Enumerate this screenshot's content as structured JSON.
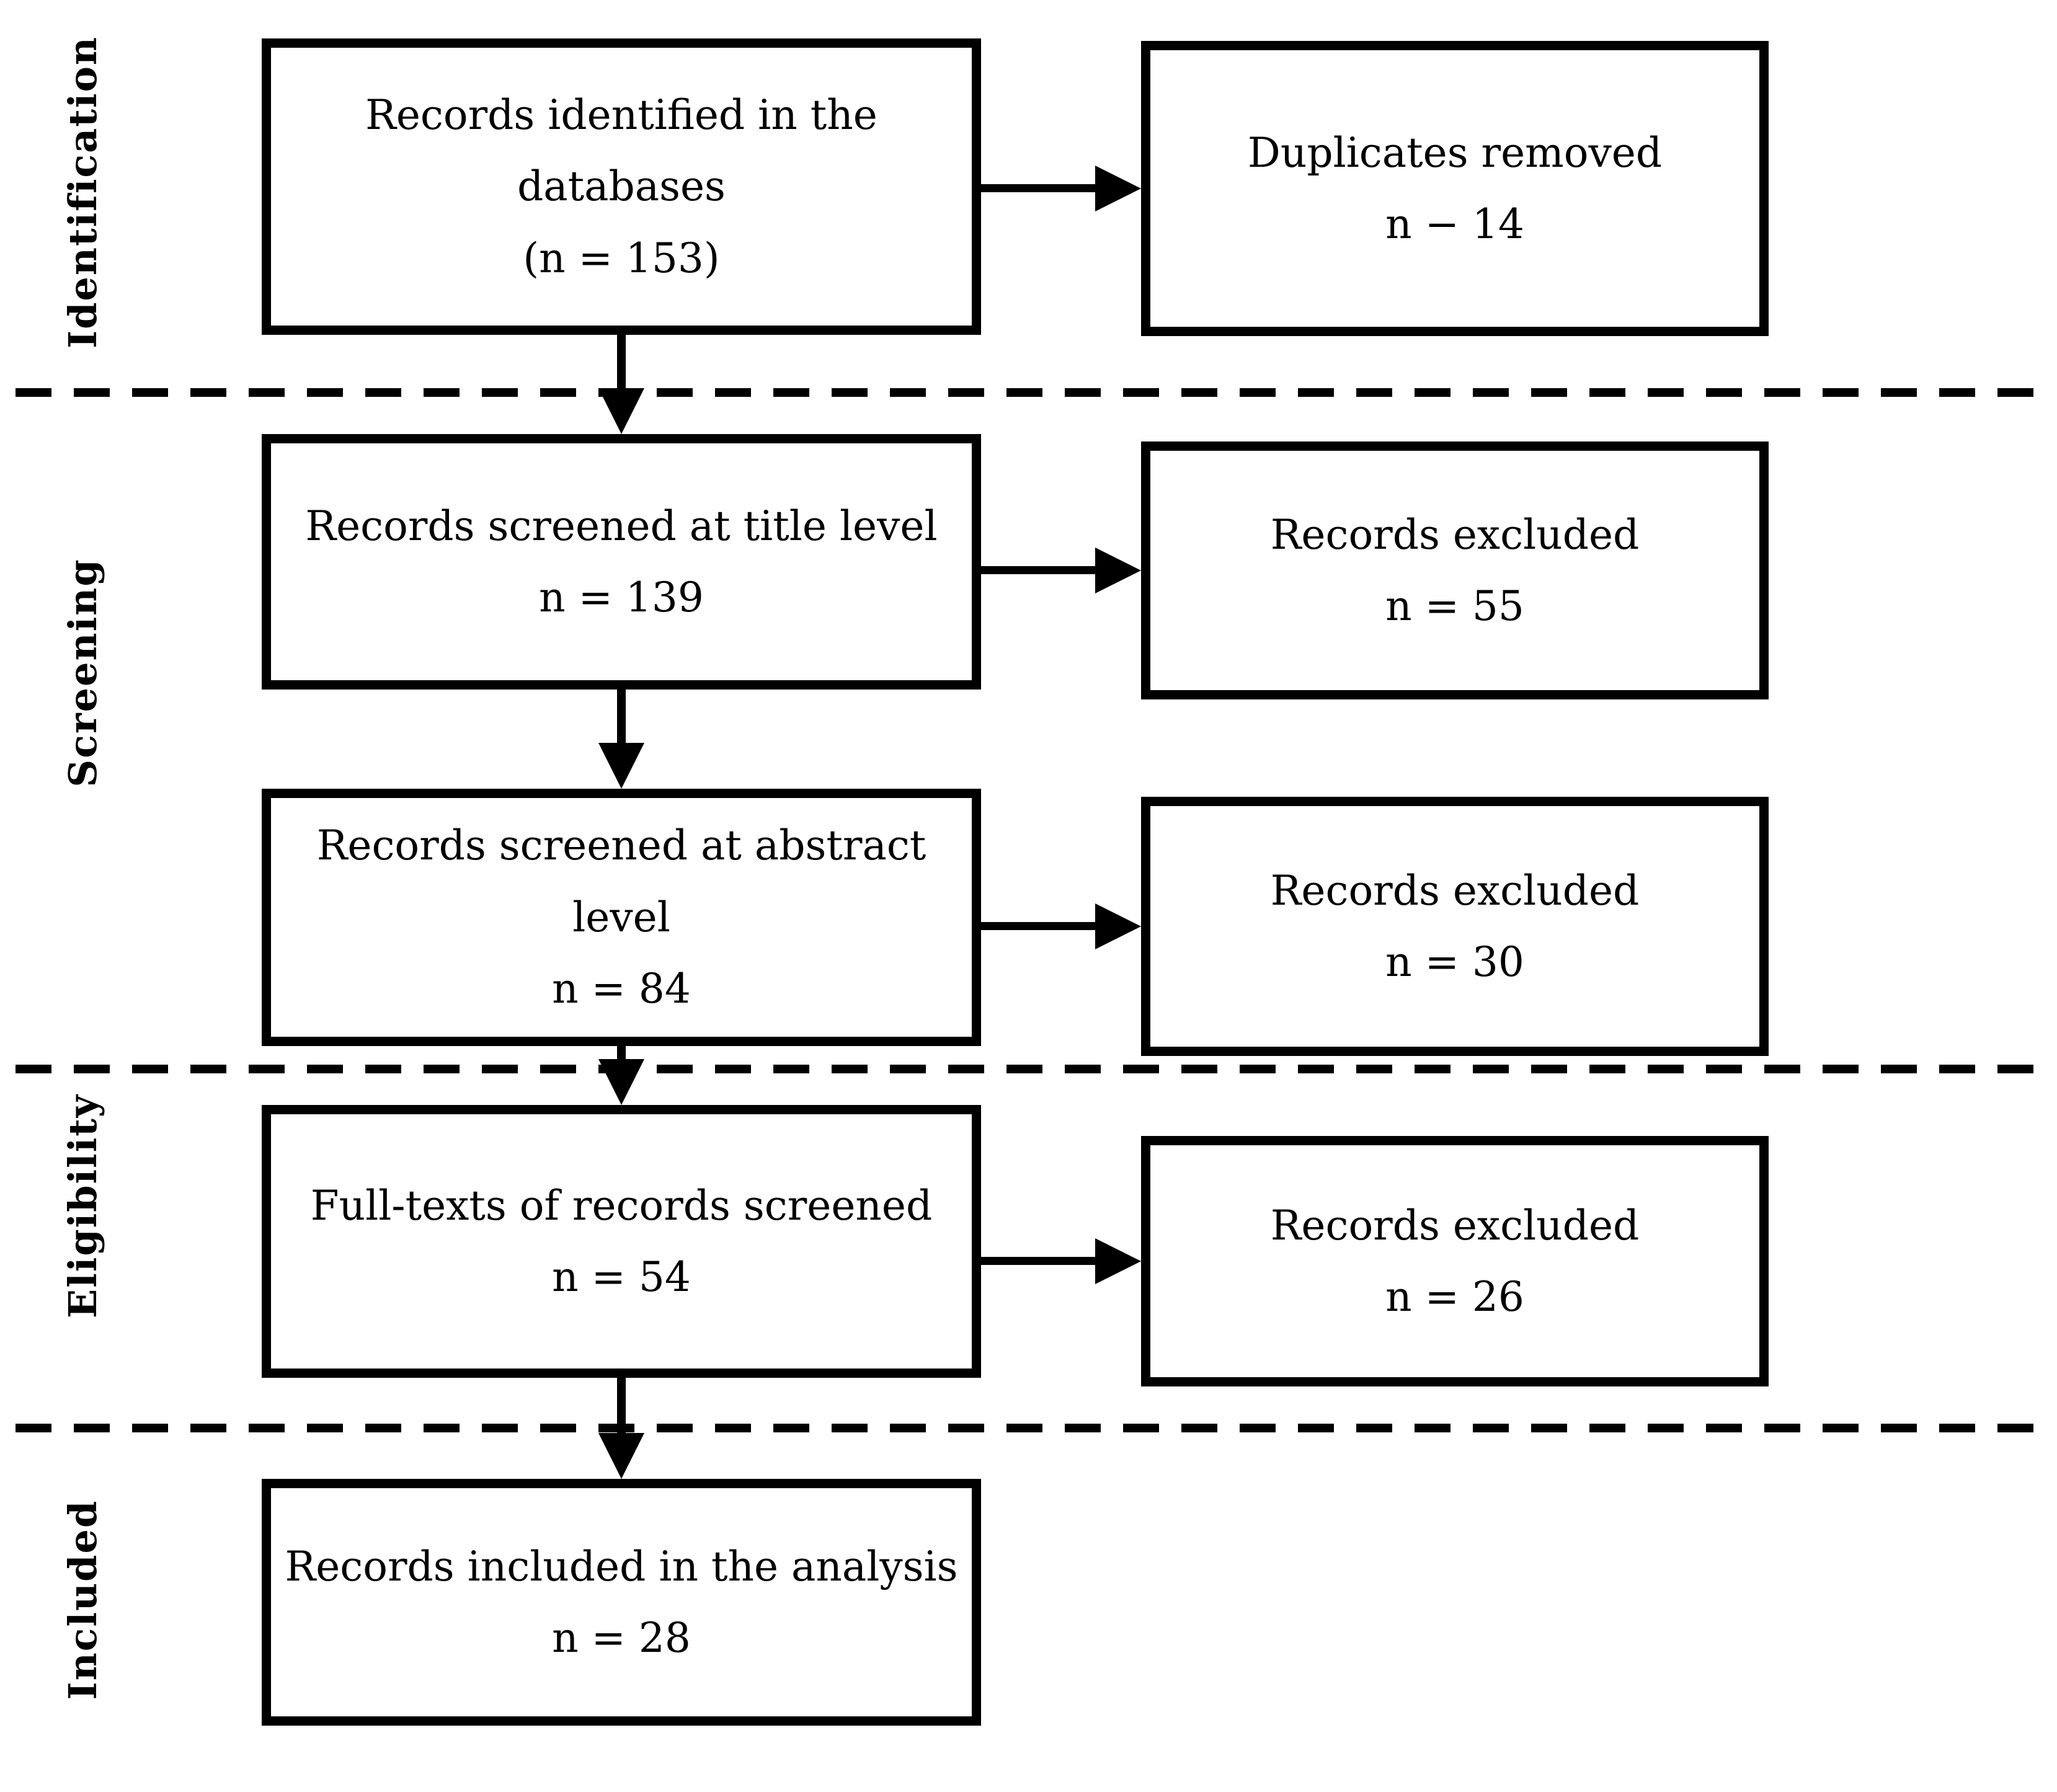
{
  "diagram": {
    "type": "prisma-flow",
    "background": "#ffffff",
    "line_color": "#000000"
  },
  "sections": [
    {
      "id": "identification",
      "label": "Identification"
    },
    {
      "id": "screening",
      "label": "Screening"
    },
    {
      "id": "eligibility",
      "label": "Eligibility"
    },
    {
      "id": "included",
      "label": "Included"
    }
  ],
  "boxes": {
    "identified": {
      "lines": [
        "Records identified in the",
        "databases",
        "(n = 153)"
      ]
    },
    "duplicates_removed": {
      "lines": [
        "Duplicates removed",
        "n − 14"
      ]
    },
    "screened_title": {
      "lines": [
        "Records screened at title level",
        "n = 139"
      ]
    },
    "excluded_title": {
      "lines": [
        "Records excluded",
        "n = 55"
      ]
    },
    "screened_abstract": {
      "lines": [
        "Records screened at abstract",
        "level",
        "n = 84"
      ]
    },
    "excluded_abstract": {
      "lines": [
        "Records excluded",
        "n = 30"
      ]
    },
    "fulltext_screened": {
      "lines": [
        "Full-texts of records screened",
        "n = 54"
      ]
    },
    "excluded_fulltext": {
      "lines": [
        "Records excluded",
        "n = 26"
      ]
    },
    "included_analysis": {
      "lines": [
        "Records included in the analysis",
        "n = 28"
      ]
    }
  }
}
